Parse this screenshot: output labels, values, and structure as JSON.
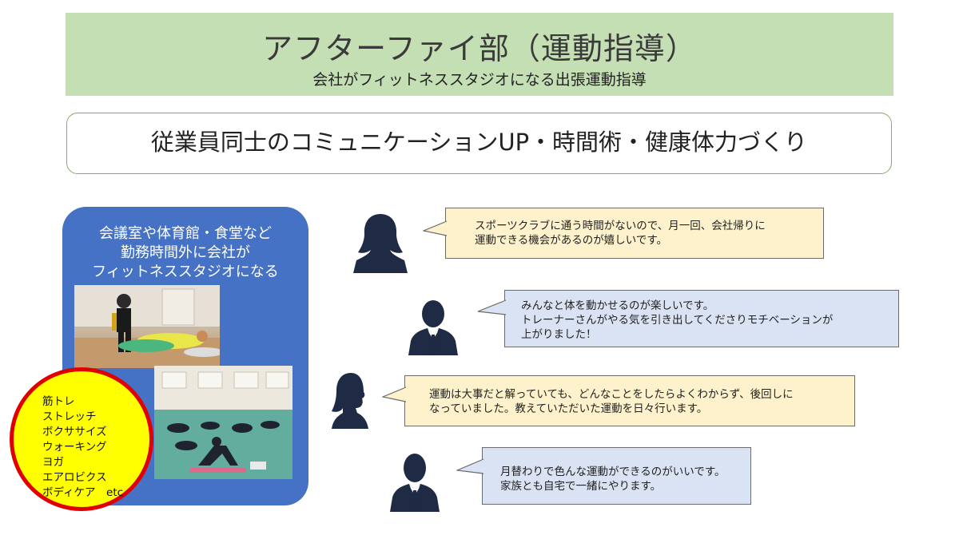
{
  "header": {
    "title": "アフターファイ部（運動指導）",
    "subtitle": "会社がフィットネススタジオになる出張運動指導"
  },
  "tagline": "従業員同士のコミュニケーションUP・時間術・健康体力づくり",
  "studio_box": {
    "lines": [
      "会議室や体育館・食堂など",
      "勤務時間外に会社が",
      "フィットネススタジオになる"
    ]
  },
  "menu_circle": {
    "items": [
      "筋トレ",
      "ストレッチ",
      "ボクササイズ",
      "ウォーキング",
      "ヨガ",
      "エアロビクス",
      "ボディケア　etc"
    ]
  },
  "testimonials": [
    {
      "person": "woman-silhouette-icon",
      "lines": [
        "スポーツクラブに通う時間がないので、月一回、会社帰りに",
        "運動できる機会があるのが嬉しいです。"
      ]
    },
    {
      "person": "man-silhouette-icon",
      "lines": [
        "みんなと体を動かせるのが楽しいです。",
        "トレーナーさんがやる気を引き出してくださりモチベーションが",
        "上がりました！"
      ]
    },
    {
      "person": "woman-profile-silhouette-icon",
      "lines": [
        "運動は大事だと解っていても、どんなことをしたらよくわからず、後回しに",
        "なっていました。教えていただいた運動を日々行います。"
      ]
    },
    {
      "person": "man-silhouette-icon",
      "lines": [
        "月替わりで色んな運動ができるのがいいです。",
        "家族とも自宅で一緒にやります。"
      ]
    }
  ],
  "colors": {
    "header_bg": "#c5dfb4",
    "studio_box_bg": "#4572c4",
    "circle_fill": "#ffff00",
    "circle_border": "#e00000",
    "bubble_yellow": "#fdf2cc",
    "bubble_blue": "#dae3f3",
    "silhouette": "#1f2a44"
  }
}
